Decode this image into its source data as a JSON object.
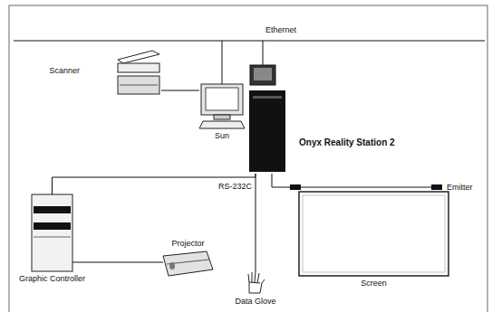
{
  "diagram": {
    "nodes": [
      {
        "text": [
          "Scanner"
        ]
      },
      {
        "text": [
          "Sun"
        ]
      },
      {
        "text": [
          "Onyx Reality Station 2"
        ]
      },
      {
        "text": [
          "Graphic Controller"
        ]
      },
      {
        "text": [
          "Projector"
        ]
      },
      {
        "text": [
          "Data Glove"
        ]
      },
      {
        "text": [
          "Screen"
        ]
      },
      {
        "text": [
          "Emitter"
        ]
      }
    ],
    "edges": [
      {
        "from": 0,
        "to": 1,
        "arrow": "none"
      },
      {
        "from": 2,
        "to": 3,
        "arrow": "none"
      },
      {
        "from": 3,
        "to": 4,
        "arrow": "none"
      },
      {
        "from": 2,
        "to": 5,
        "label": "RS-232C",
        "arrow": "none"
      },
      {
        "from": 2,
        "to": 7,
        "arrow": "none"
      }
    ],
    "labels": [
      "Ethernet"
    ]
  }
}
